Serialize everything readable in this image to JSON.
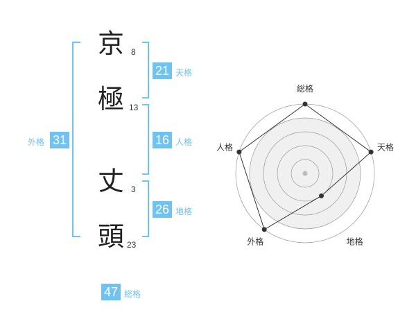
{
  "name": [
    {
      "char": "京",
      "strokes": "8"
    },
    {
      "char": "極",
      "strokes": "13"
    },
    {
      "char": "丈",
      "strokes": "3"
    },
    {
      "char": "頭",
      "strokes": "23"
    }
  ],
  "badges": {
    "tenkaku": {
      "value": "21",
      "label": "天格"
    },
    "jinkaku": {
      "value": "16",
      "label": "人格"
    },
    "chikaku": {
      "value": "26",
      "label": "地格"
    },
    "gaikaku": {
      "value": "31",
      "label": "外格"
    },
    "soukaku": {
      "value": "47",
      "label": "総格"
    }
  },
  "radar": {
    "labels": [
      "総格",
      "天格",
      "地格",
      "外格",
      "人格"
    ],
    "levels": 5,
    "values": [
      5,
      5,
      2,
      5,
      5
    ],
    "colors": {
      "ring": "#999999",
      "fill": "#f0f0f0",
      "line": "#333333",
      "point": "#333333",
      "center": "#bbbbbb"
    }
  }
}
